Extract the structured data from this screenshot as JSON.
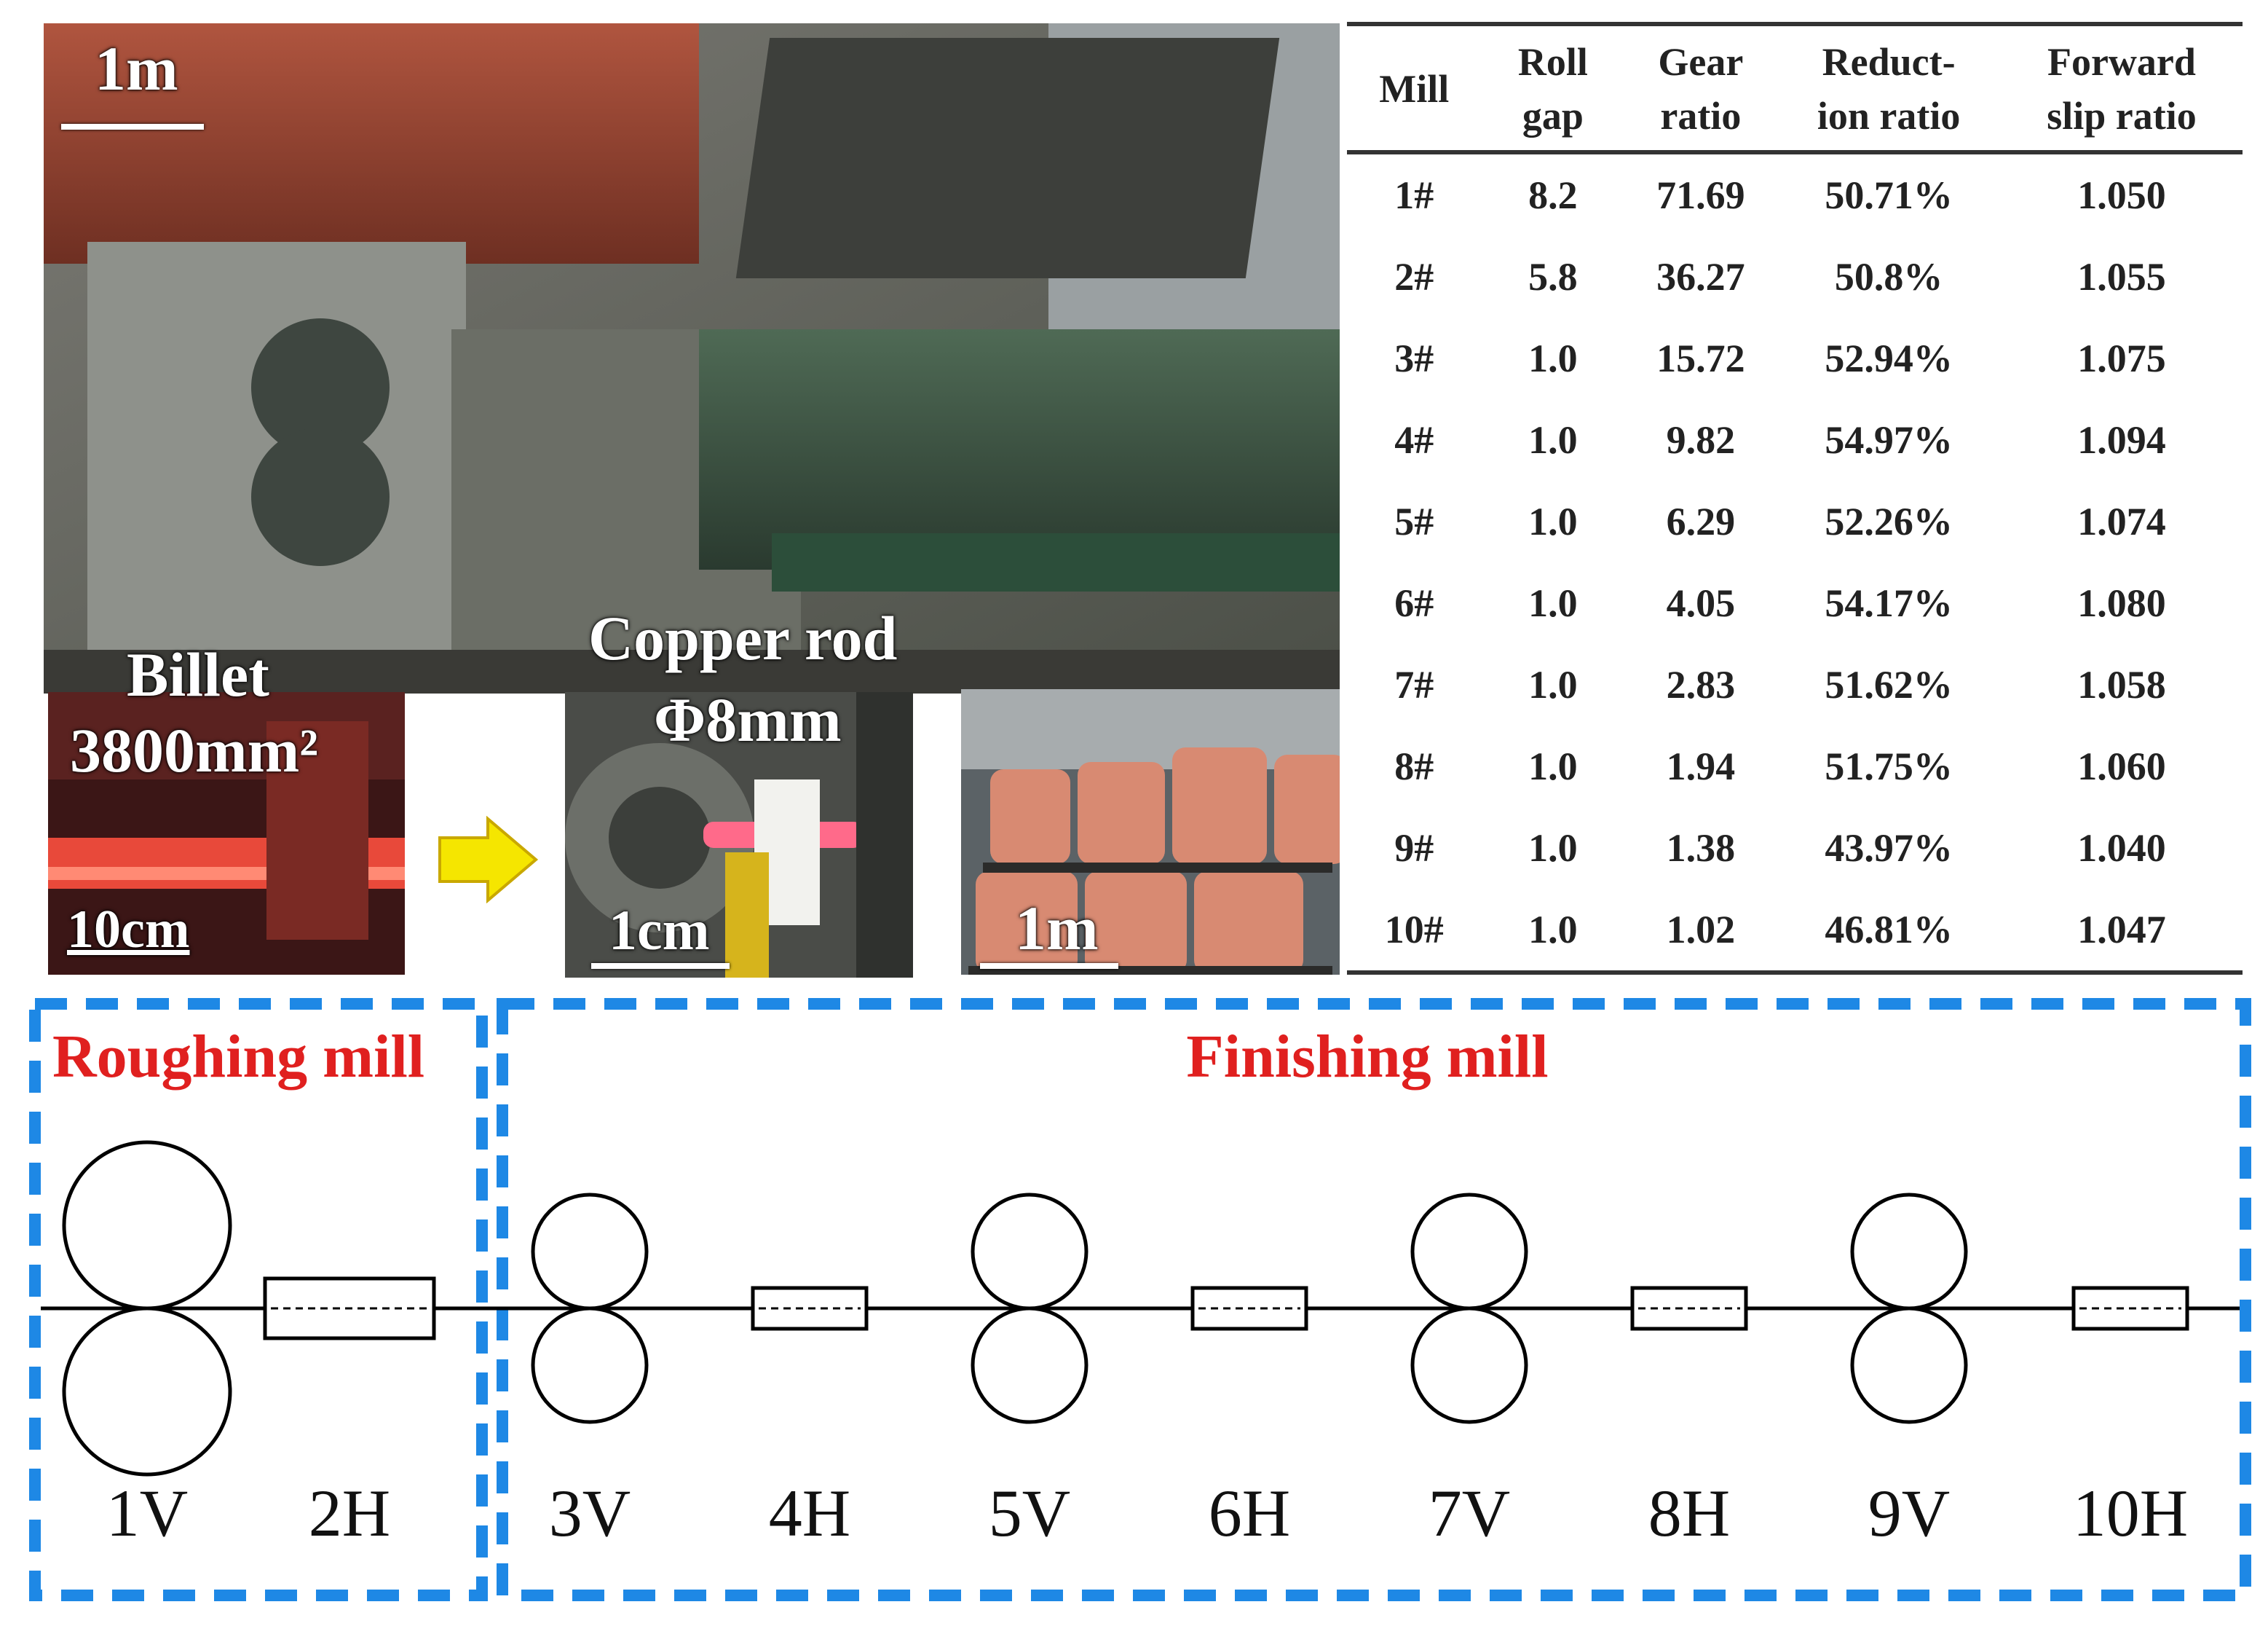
{
  "photos": {
    "mill_line": {
      "scale_label": "1m"
    },
    "billet": {
      "title": "Billet",
      "size": "3800mm²",
      "scale_label": "10cm"
    },
    "rod": {
      "title": "Copper rod",
      "size": "Φ8mm",
      "scale_label": "1cm"
    },
    "coils": {
      "scale_label": "1m"
    }
  },
  "table": {
    "headers": [
      [
        "Mill"
      ],
      [
        "Roll",
        "gap"
      ],
      [
        "Gear",
        "ratio"
      ],
      [
        "Reduct-",
        "ion ratio"
      ],
      [
        "Forward",
        "slip ratio"
      ]
    ],
    "rows": [
      [
        "1#",
        "8.2",
        "71.69",
        "50.71%",
        "1.050"
      ],
      [
        "2#",
        "5.8",
        "36.27",
        "50.8%",
        "1.055"
      ],
      [
        "3#",
        "1.0",
        "15.72",
        "52.94%",
        "1.075"
      ],
      [
        "4#",
        "1.0",
        "9.82",
        "54.97%",
        "1.094"
      ],
      [
        "5#",
        "1.0",
        "6.29",
        "52.26%",
        "1.074"
      ],
      [
        "6#",
        "1.0",
        "4.05",
        "54.17%",
        "1.080"
      ],
      [
        "7#",
        "1.0",
        "2.83",
        "51.62%",
        "1.058"
      ],
      [
        "8#",
        "1.0",
        "1.94",
        "51.75%",
        "1.060"
      ],
      [
        "9#",
        "1.0",
        "1.38",
        "43.97%",
        "1.040"
      ],
      [
        "10#",
        "1.0",
        "1.02",
        "46.81%",
        "1.047"
      ]
    ]
  },
  "schematic": {
    "roughing_title": "Roughing mill",
    "finishing_title": "Finishing mill",
    "stands": [
      {
        "label": "1V",
        "type": "V"
      },
      {
        "label": "2H",
        "type": "H"
      },
      {
        "label": "3V",
        "type": "V"
      },
      {
        "label": "4H",
        "type": "H"
      },
      {
        "label": "5V",
        "type": "V"
      },
      {
        "label": "6H",
        "type": "H"
      },
      {
        "label": "7V",
        "type": "V"
      },
      {
        "label": "8H",
        "type": "H"
      },
      {
        "label": "9V",
        "type": "V"
      },
      {
        "label": "10H",
        "type": "H"
      }
    ]
  },
  "colors": {
    "box_border": "#1e88e5",
    "title_red": "#e0201f",
    "arrow": "#f5e600"
  }
}
